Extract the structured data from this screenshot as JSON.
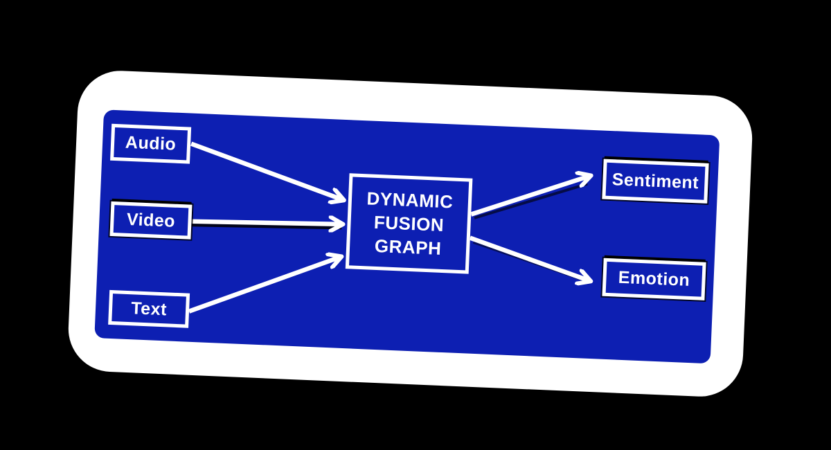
{
  "diagram": {
    "center_node": {
      "lines": [
        "DYNAMIC",
        "FUSION",
        "GRAPH"
      ],
      "label": "DYNAMIC FUSION GRAPH"
    },
    "inputs": [
      {
        "id": "audio",
        "label": "Audio"
      },
      {
        "id": "video",
        "label": "Video"
      },
      {
        "id": "text",
        "label": "Text"
      }
    ],
    "outputs": [
      {
        "id": "sentiment",
        "label": "Sentiment"
      },
      {
        "id": "emotion",
        "label": "Emotion"
      }
    ],
    "edges": [
      {
        "from": "Audio",
        "to": "Dynamic Fusion Graph"
      },
      {
        "from": "Video",
        "to": "Dynamic Fusion Graph"
      },
      {
        "from": "Text",
        "to": "Dynamic Fusion Graph"
      },
      {
        "from": "Dynamic Fusion Graph",
        "to": "Sentiment"
      },
      {
        "from": "Dynamic Fusion Graph",
        "to": "Emotion"
      }
    ],
    "colors": {
      "background": "#000000",
      "card": "#ffffff",
      "panel_blue": "#0d1fb2",
      "node_border": "#ffffff",
      "arrow": "#ffffff",
      "shadow": "#000000",
      "text": "#ffffff"
    }
  }
}
